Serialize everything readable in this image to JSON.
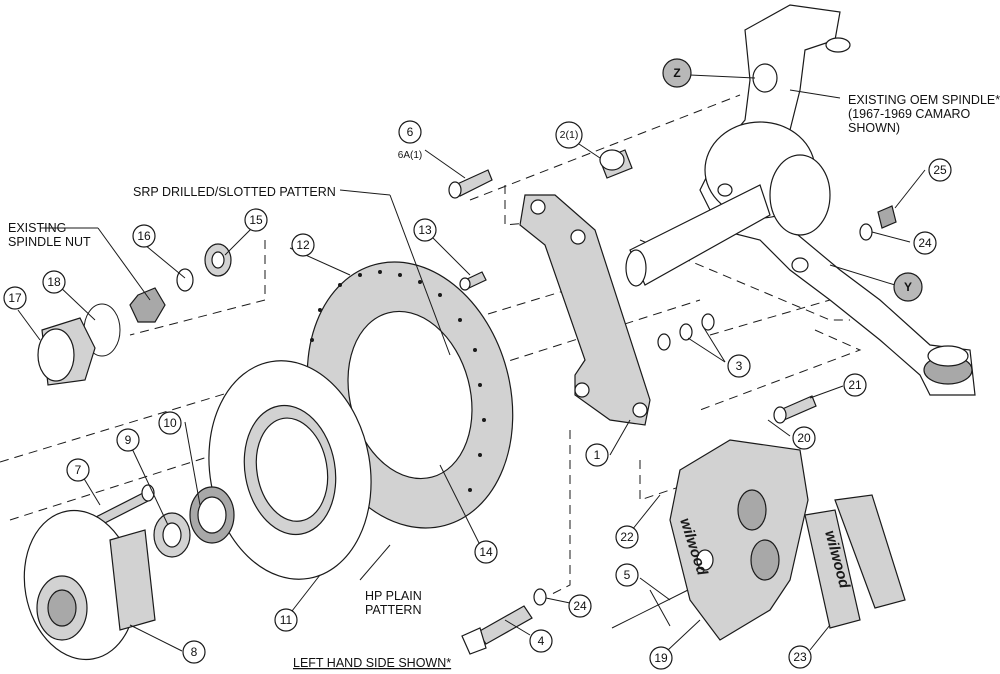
{
  "labels": {
    "existing_spindle_nut_line1": "EXISTING",
    "existing_spindle_nut_line2": "SPINDLE NUT",
    "srp_pattern": "SRP DRILLED/SLOTTED PATTERN",
    "oem_spindle_line1": "EXISTING OEM SPINDLE*",
    "oem_spindle_line2": "(1967-1969 CAMARO",
    "oem_spindle_line3": "SHOWN)",
    "hp_plain_line1": "HP PLAIN",
    "hp_plain_line2": "PATTERN",
    "left_hand_side": "LEFT HAND SIDE SHOWN*",
    "brand_caliper": "wilwood",
    "brand_pad": "wilwood"
  },
  "callouts": {
    "c1": "1",
    "c2": "2(1)",
    "c3": "3",
    "c4": "4",
    "c5": "5",
    "c6": "6",
    "c6a": "6A(1)",
    "c7": "7",
    "c8": "8",
    "c9": "9",
    "c10": "10",
    "c11": "11",
    "c12": "12",
    "c13": "13",
    "c14": "14",
    "c15": "15",
    "c16": "16",
    "c17": "17",
    "c18": "18",
    "c19": "19",
    "c20": "20",
    "c21": "21",
    "c22": "22",
    "c23": "23",
    "c24a": "24",
    "c24b": "24",
    "c25": "25",
    "cz": "Z",
    "cy": "Y"
  }
}
